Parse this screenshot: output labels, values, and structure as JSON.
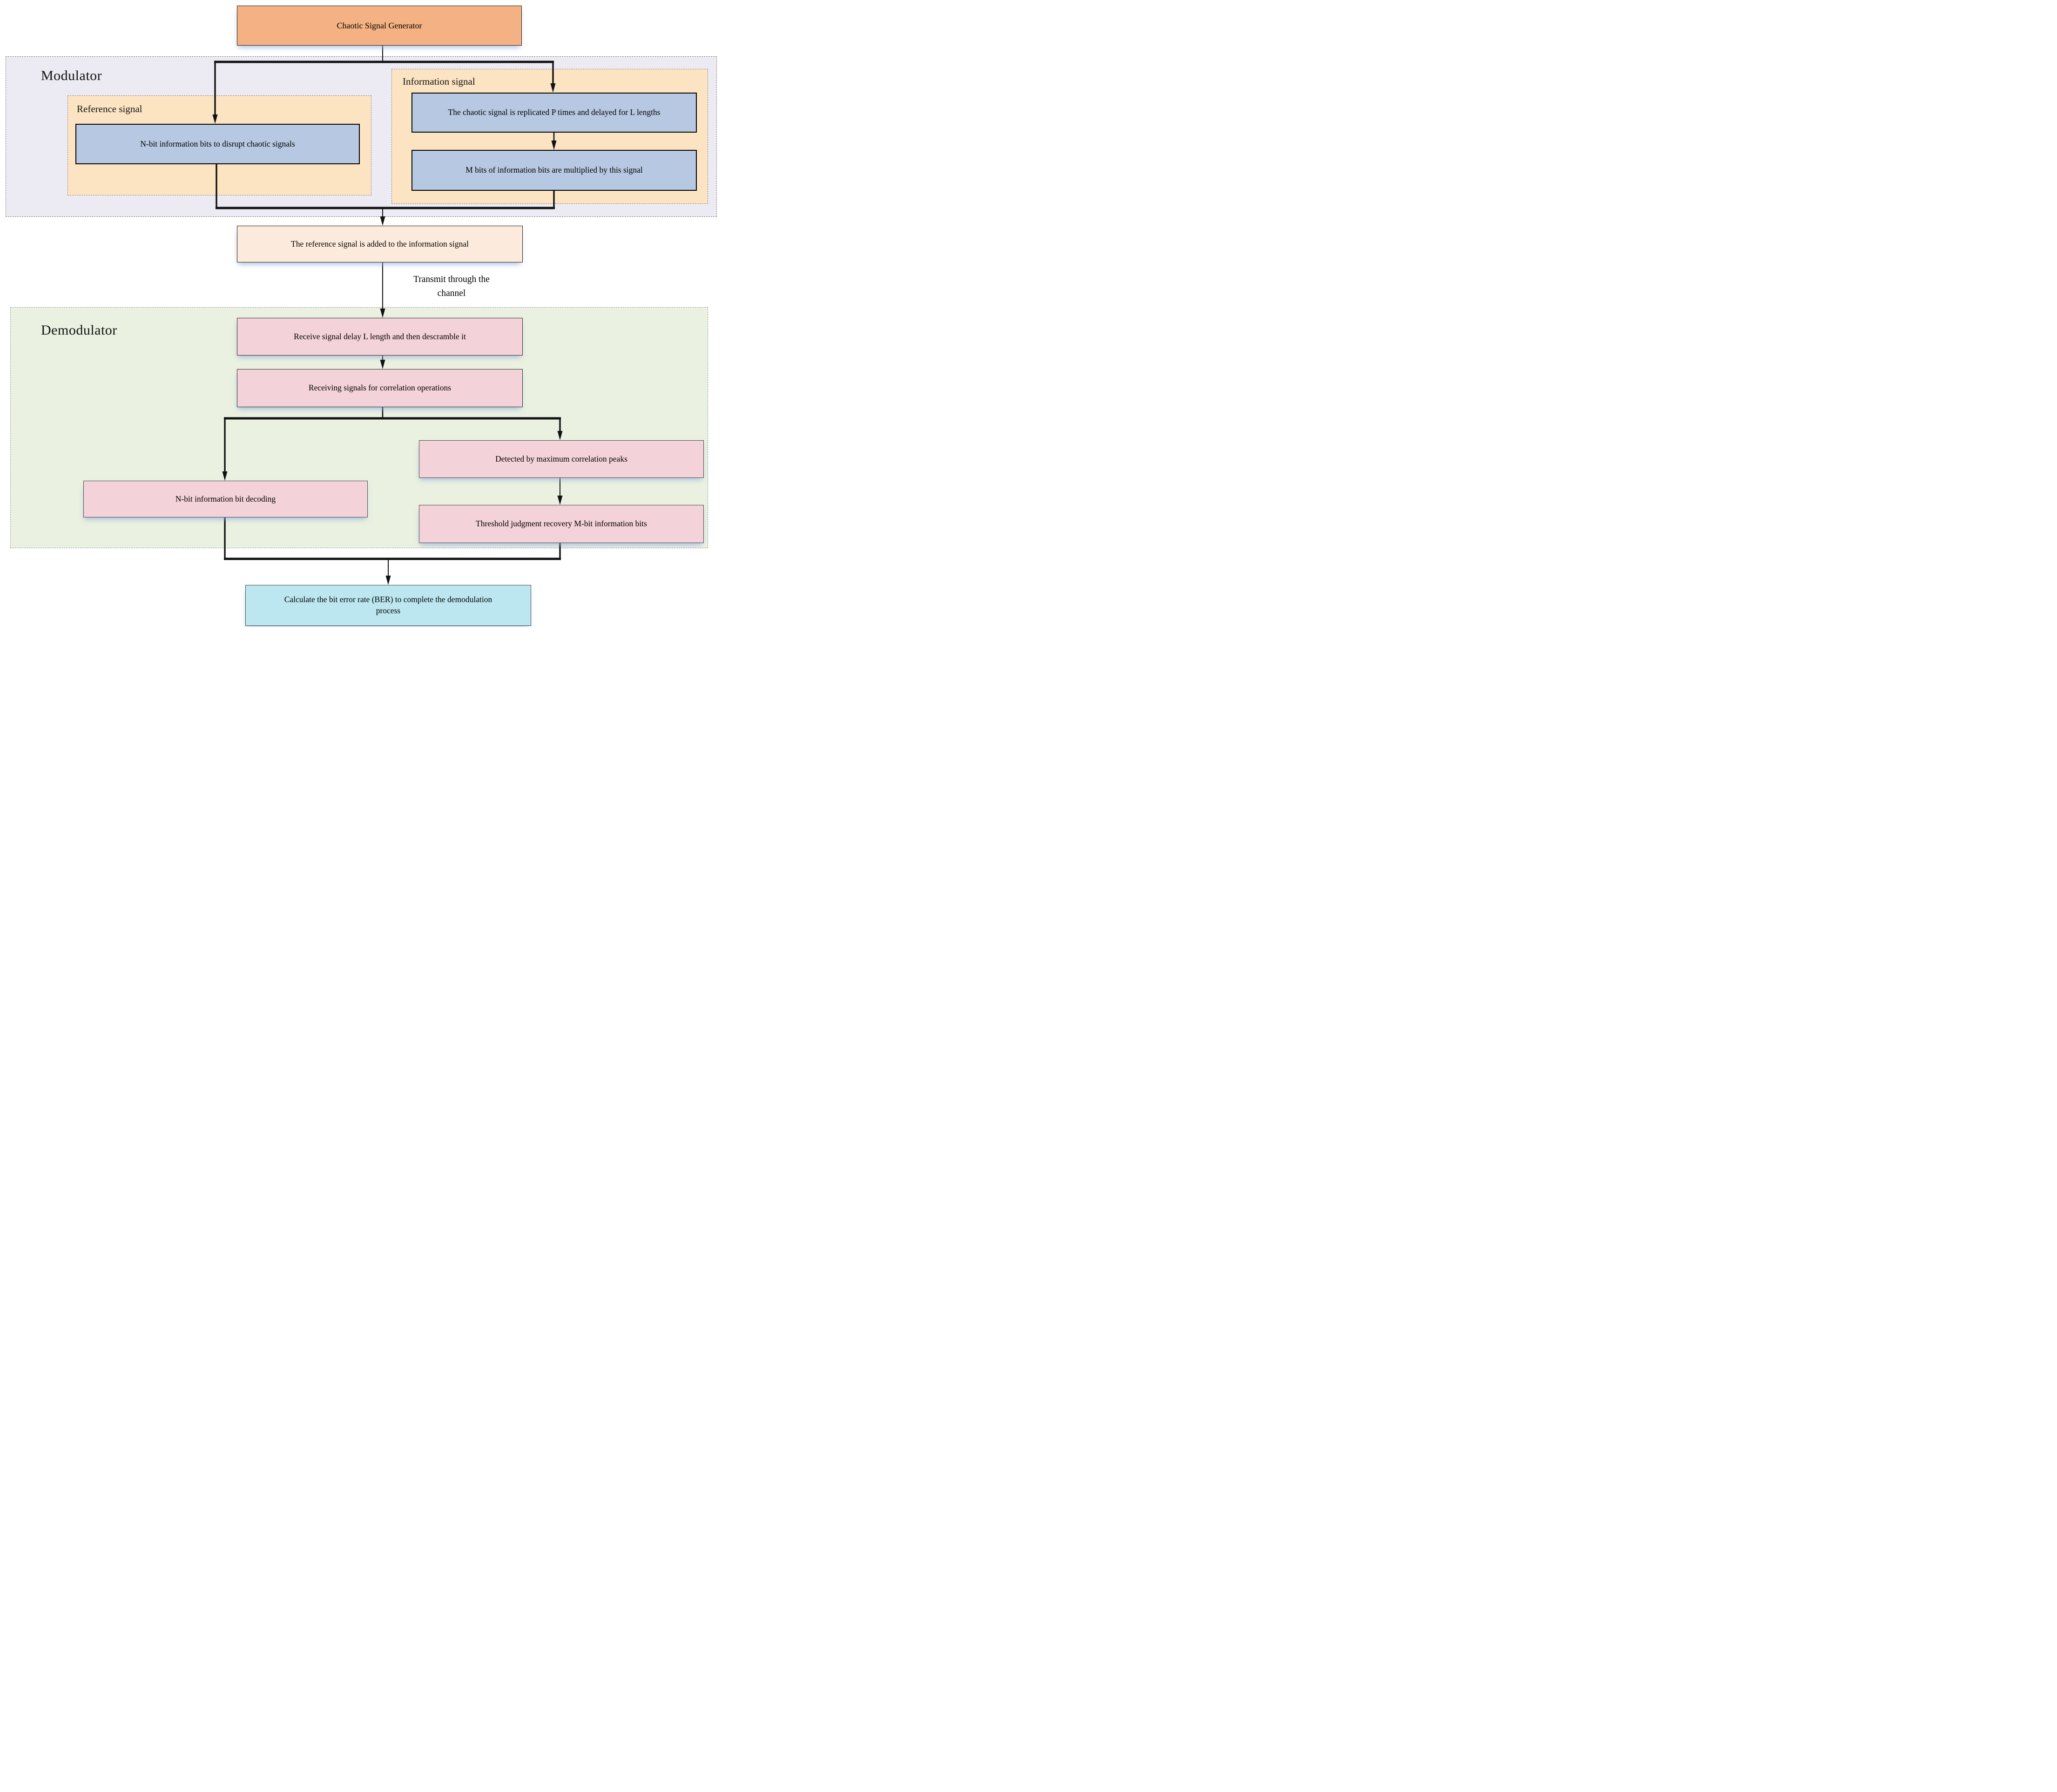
{
  "diagram": {
    "generator": {
      "label": "Chaotic Signal Generator"
    },
    "modulator": {
      "title": "Modulator",
      "reference": {
        "title": "Reference signal",
        "box": "N-bit information bits to disrupt chaotic signals"
      },
      "information": {
        "title": "Information signal",
        "box1": "The chaotic signal is replicated P times and delayed for L lengths",
        "box2": "M bits of information bits are multiplied by this signal"
      }
    },
    "adder": {
      "label": "The reference signal is added to the information signal"
    },
    "channel": {
      "line1": "Transmit through the",
      "line2": "channel"
    },
    "demodulator": {
      "title": "Demodulator",
      "receive_box": "Receive signal delay L length and then descramble it",
      "correlation_box": "Receiving signals for correlation operations",
      "left_branch_box": "N-bit information bit decoding",
      "right_branch_box1": "Detected by maximum correlation peaks",
      "right_branch_box2": "Threshold judgment recovery M-bit information bits"
    },
    "ber": {
      "label": "Calculate the bit error rate (BER) to complete the demodulation process"
    },
    "colors": {
      "orange_box": "#F4B183",
      "modulator_bg": "#ECEAF2",
      "signal_container": "#FCE4C3",
      "blue_box": "#B6C8E2",
      "adder_box": "#FCEBDC",
      "demodulator_bg": "#EAF1E1",
      "pink_box": "#F3D2D9",
      "cyan_box": "#BCE7F0",
      "wire": "#111111"
    }
  }
}
